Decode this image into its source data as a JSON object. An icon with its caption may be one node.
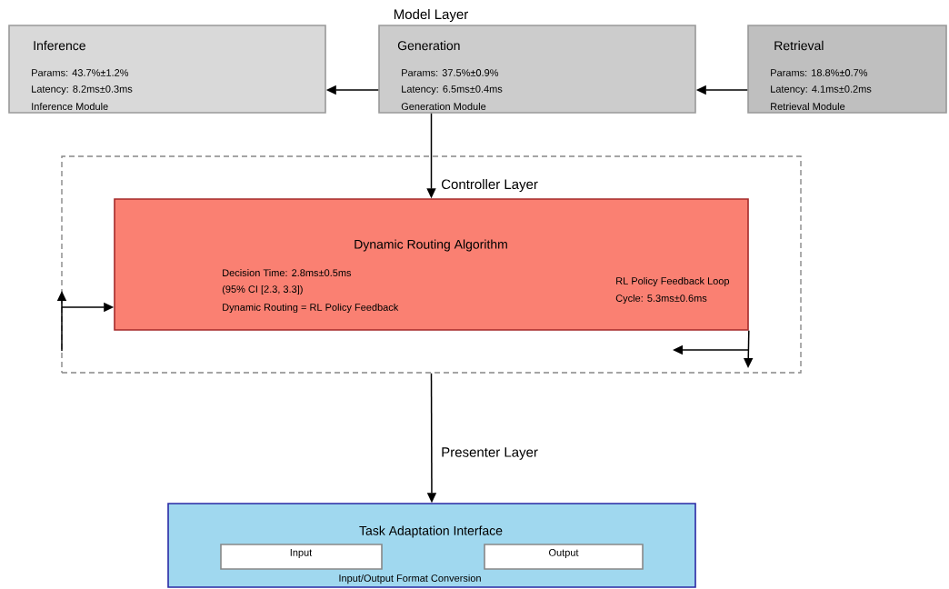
{
  "diagram": {
    "nodes": [
      {
        "text": [
          "Inference",
          "Params: 43.7%±1.2%",
          "Latency: 8.2ms±0.3ms",
          "Inference Module"
        ]
      },
      {
        "text": [
          "Generation",
          "Params: 37.5%±0.9%",
          "Latency: 6.5ms±0.4ms",
          "Generation Module"
        ]
      },
      {
        "text": [
          "Retrieval",
          "Params: 18.8%±0.7%",
          "Latency: 4.1ms±0.2ms",
          "Retrieval Module"
        ]
      },
      {
        "text": [
          "Controller Layer"
        ]
      },
      {
        "text": [
          "Dynamic Routing Algorithm",
          "Decision Time: 2.8ms±0.5ms",
          "(95% CI [2.3, 3.3])",
          "Dynamic Routing = RL Policy Feedback",
          "RL Policy Feedback Loop",
          "Cycle: 5.3ms±0.6ms"
        ],
        "in": 3
      },
      {
        "text": [
          "Task Adaptation Interface",
          "Input/Output Format Conversion"
        ]
      },
      {
        "text": [
          "Input"
        ],
        "in": 5
      },
      {
        "text": [
          "Output"
        ],
        "in": 5
      }
    ],
    "edges": [
      {
        "from": 1,
        "to": 0,
        "arrow": "to"
      },
      {
        "from": 2,
        "to": 1,
        "arrow": "to"
      },
      {
        "from": 1,
        "to": 4,
        "arrow": "to"
      },
      {
        "from": 3,
        "to": 5,
        "arrow": "to"
      },
      {
        "from": null,
        "to": 4,
        "arrow": "to"
      },
      {
        "from": 4,
        "to": null,
        "arrow": "to"
      }
    ],
    "labels": [
      "Model Layer",
      "Presenter Layer"
    ]
  }
}
